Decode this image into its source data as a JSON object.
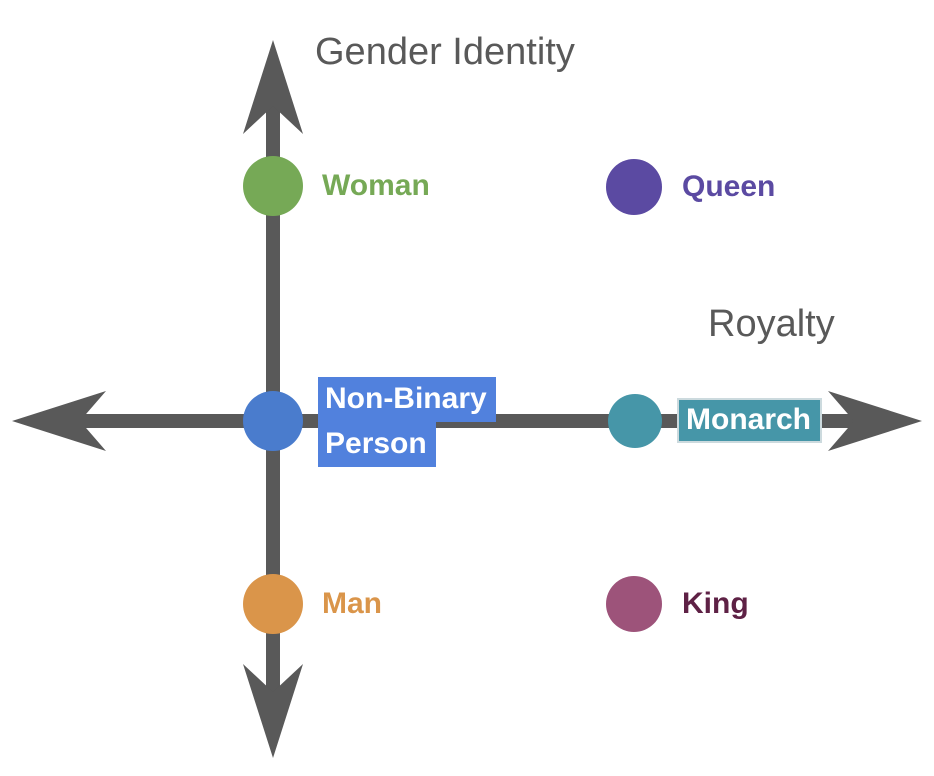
{
  "axes": {
    "vertical_label": "Gender Identity",
    "horizontal_label": "Royalty",
    "color": "#595959"
  },
  "points": [
    {
      "id": "woman",
      "label": "Woman",
      "dot_color": "#76a956",
      "text_color": "#76a956"
    },
    {
      "id": "queen",
      "label": "Queen",
      "dot_color": "#5b4aa2",
      "text_color": "#5b4aa2"
    },
    {
      "id": "non-binary-person",
      "label": "Non-Binary Person",
      "label_lines": [
        "Non-Binary",
        "Person"
      ],
      "dot_color": "#4a7ccd",
      "text_color": "#ffffff",
      "highlight_color": "#5181dd"
    },
    {
      "id": "monarch",
      "label": "Monarch",
      "dot_color": "#4696a8",
      "text_color": "#ffffff",
      "highlight_color": "#4696a8"
    },
    {
      "id": "man",
      "label": "Man",
      "dot_color": "#da954a",
      "text_color": "#da954a"
    },
    {
      "id": "king",
      "label": "King",
      "dot_color": "#9d537a",
      "text_color": "#5e2145"
    }
  ]
}
